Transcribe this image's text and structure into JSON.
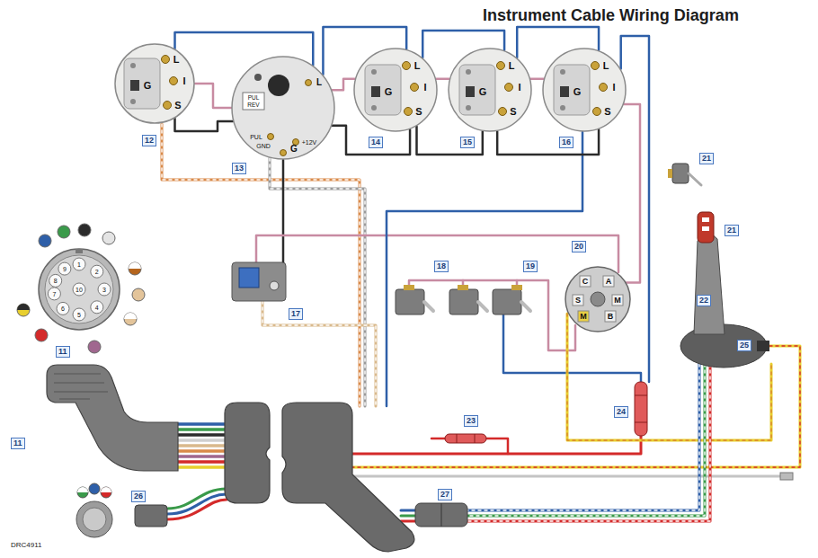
{
  "diagram": {
    "title": "Instrument Cable Wiring Diagram",
    "nodes": [
      {
        "text": [
          "L",
          "I",
          "G",
          "S"
        ]
      },
      {
        "text": [
          "PUL",
          "REV",
          "L",
          "PUL",
          "GND",
          "+12V",
          "G"
        ]
      },
      {
        "text": [
          "L",
          "I",
          "G",
          "S"
        ]
      },
      {
        "text": [
          "L",
          "I",
          "G",
          "S"
        ]
      },
      {
        "text": [
          "L",
          "I",
          "G",
          "S"
        ]
      },
      {
        "text": [
          "1",
          "2",
          "3",
          "4",
          "5",
          "6",
          "7",
          "8",
          "9",
          "10"
        ]
      },
      {
        "text": [
          "C",
          "A",
          "S",
          "M",
          "M",
          "B"
        ]
      }
    ],
    "edges": [
      {
        "from": 0,
        "to": 1,
        "arrow": "none"
      },
      {
        "from": 1,
        "to": 2,
        "arrow": "none"
      },
      {
        "from": 2,
        "to": 3,
        "arrow": "none"
      },
      {
        "from": 3,
        "to": 4,
        "arrow": "none"
      },
      {
        "from": 0,
        "to": 1,
        "arrow": "none"
      },
      {
        "from": 1,
        "to": 2,
        "arrow": "none"
      },
      {
        "from": 2,
        "to": 3,
        "arrow": "none"
      },
      {
        "from": 3,
        "to": 4,
        "arrow": "none"
      },
      {
        "from": 4,
        "to": 6,
        "arrow": "none"
      },
      {
        "from": 0,
        "to": 1,
        "arrow": "none"
      },
      {
        "from": 1,
        "to": 2,
        "arrow": "none"
      },
      {
        "from": 2,
        "to": 3,
        "arrow": "none"
      },
      {
        "from": 3,
        "to": 4,
        "arrow": "none"
      }
    ],
    "labels": [
      "12",
      "13",
      "14",
      "15",
      "16",
      "11",
      "17",
      "18",
      "19",
      "20",
      "21",
      "21",
      "22",
      "25",
      "23",
      "24",
      "11",
      "26",
      "27",
      "DRC4911"
    ]
  }
}
